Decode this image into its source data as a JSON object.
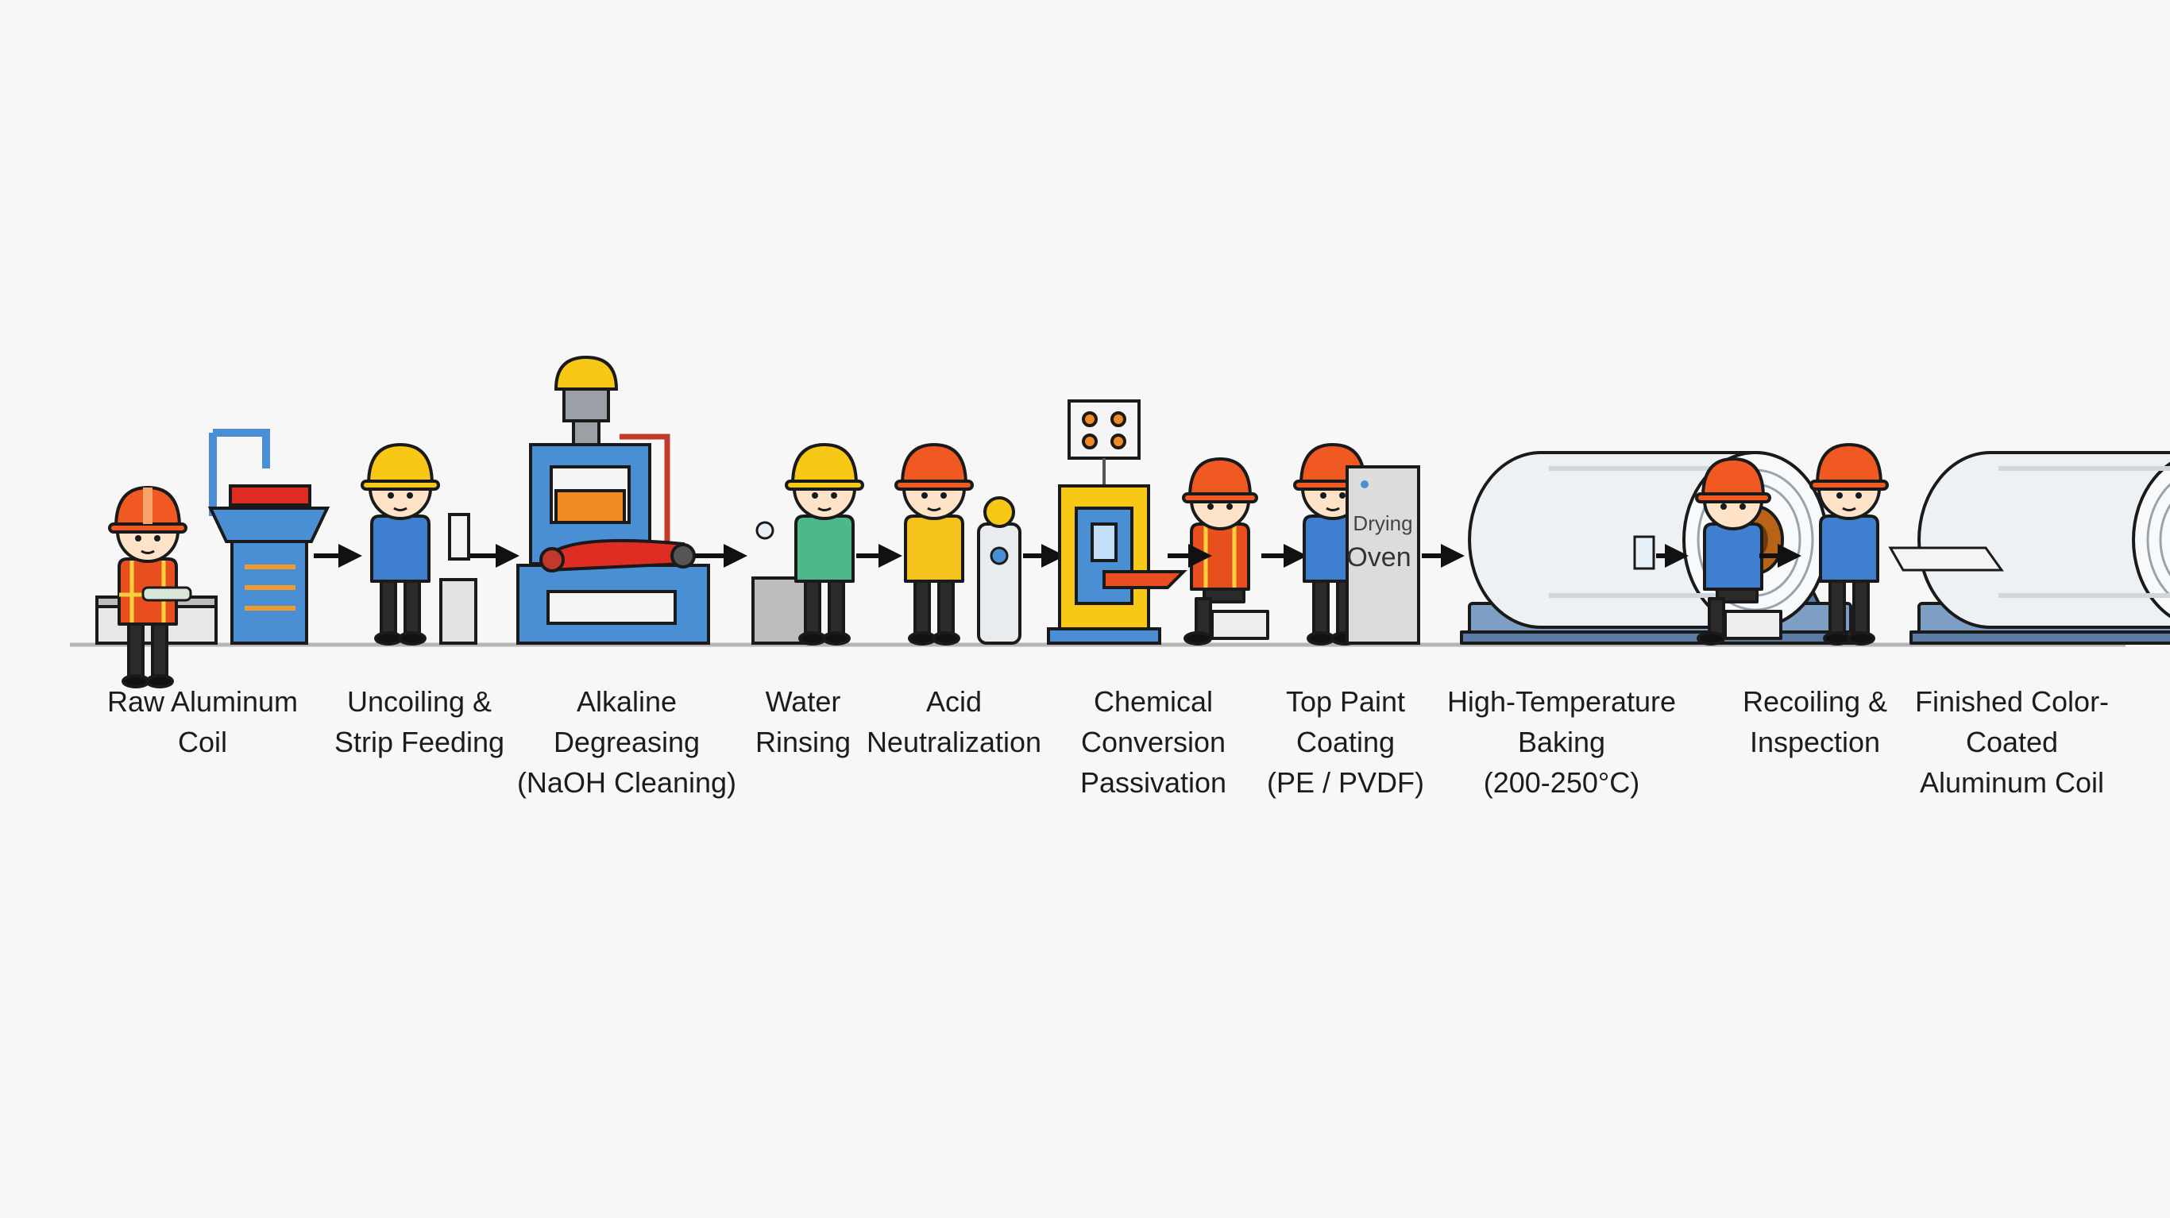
{
  "steps": [
    {
      "lines": [
        "Raw Aluminum",
        "Coil"
      ]
    },
    {
      "lines": [
        "Uncoiling &",
        "Strip Feeding"
      ]
    },
    {
      "lines": [
        "Alkaline",
        "Degreasing",
        "(NaOH Cleaning)"
      ]
    },
    {
      "lines": [
        "Water",
        "Rinsing"
      ]
    },
    {
      "lines": [
        "Acid",
        "Neutralization"
      ]
    },
    {
      "lines": [
        "Chemical",
        "Conversion",
        "Passivation"
      ]
    },
    {
      "lines": [
        "Top Paint",
        "Coating",
        "(PE / PVDF)"
      ]
    },
    {
      "lines": [
        "High-Temperature",
        "Baking",
        "(200-250°C)"
      ]
    },
    {
      "lines": [
        "Recoiling &",
        "Inspection"
      ]
    },
    {
      "lines": [
        "Finished Color-",
        "Coated",
        "Aluminum Coil"
      ]
    }
  ],
  "oven_sign": {
    "line1": "Drying",
    "line2": "Oven"
  },
  "colors": {
    "helmet_orange": "#f05a22",
    "helmet_yellow": "#f7c815",
    "machine_blue": "#4a8fd4",
    "worker_shirt_blue": "#3f7fd0",
    "vest_orange": "#e94f1e",
    "coil_silver": "#e8ecef",
    "coil_core": "#b86318",
    "arrow": "#111111",
    "floor_line": "#b5b5b5"
  },
  "icons": [
    "worker-icon",
    "hard-hat-icon",
    "press-machine-icon",
    "tank-icon",
    "control-panel-icon",
    "drying-oven-icon",
    "coil-roll-icon",
    "arrow-right-icon"
  ]
}
